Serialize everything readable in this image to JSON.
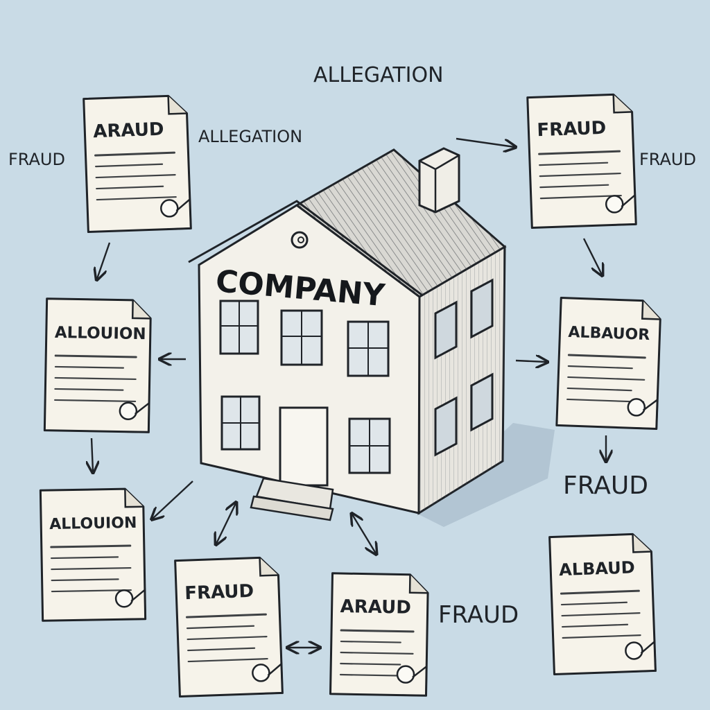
{
  "background_color": "#c9dbe6",
  "ink_color": "#1f2328",
  "paper_color": "#f6f3ea",
  "building": {
    "label": "COMPANY",
    "emblem": "spiral-emblem"
  },
  "floating_labels": {
    "top_center": "ALLEGATION",
    "top_left_side": "ALLEGATION",
    "left_side": "FRAUD",
    "right_top_side": "FRAUD",
    "right_middle": "FRAUD",
    "bottom_middle": "FRAUD"
  },
  "documents": [
    {
      "id": "doc-top-left",
      "title": "ARAUD"
    },
    {
      "id": "doc-left-middle",
      "title": "ALLOUION"
    },
    {
      "id": "doc-left-bottom",
      "title": "ALLOUION"
    },
    {
      "id": "doc-bottom-center-left",
      "title": "FRAUD"
    },
    {
      "id": "doc-bottom-center-right",
      "title": "ARAUD"
    },
    {
      "id": "doc-bottom-right",
      "title": "ALBAUD"
    },
    {
      "id": "doc-right-middle",
      "title": "ALBAUOR"
    },
    {
      "id": "doc-top-right",
      "title": "FRAUD"
    }
  ]
}
